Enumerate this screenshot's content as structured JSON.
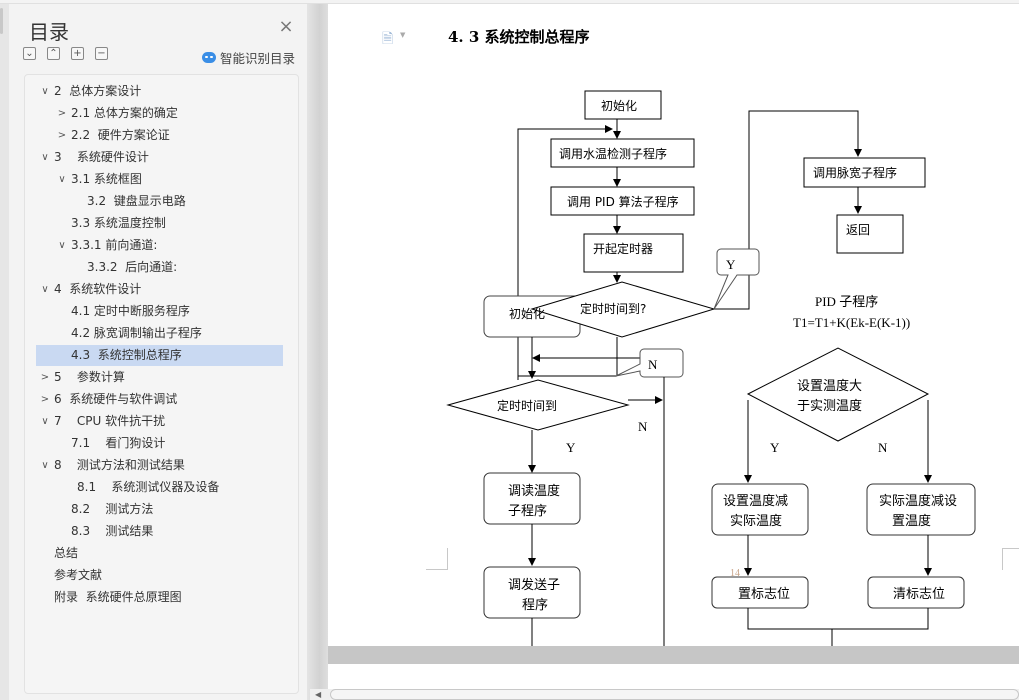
{
  "toc": {
    "title": "目录",
    "close_label": "×",
    "tool_buttons": [
      {
        "name": "collapse-all",
        "glyph": "⌄"
      },
      {
        "name": "expand-all",
        "glyph": "⌃"
      },
      {
        "name": "add-level",
        "glyph": "+"
      },
      {
        "name": "remove-level",
        "glyph": "−"
      }
    ],
    "smart_label": "智能识别目录",
    "items": [
      {
        "label": "2  总体方案设计",
        "level": 0,
        "caret": "down"
      },
      {
        "label": "2.1 总体方案的确定",
        "level": 1,
        "caret": "right"
      },
      {
        "label": "2.2  硬件方案论证",
        "level": 1,
        "caret": "right"
      },
      {
        "label": "3    系统硬件设计",
        "level": 0,
        "caret": "down"
      },
      {
        "label": "3.1 系统框图",
        "level": 1,
        "caret": "down"
      },
      {
        "label": "3.2  键盘显示电路",
        "level": 2,
        "caret": ""
      },
      {
        "label": "3.3 系统温度控制",
        "level": 1,
        "caret": ""
      },
      {
        "label": "3.3.1 前向通道:",
        "level": 1,
        "caret": "down"
      },
      {
        "label": "3.3.2  后向通道:",
        "level": 2,
        "caret": ""
      },
      {
        "label": "4  系统软件设计",
        "level": 0,
        "caret": "down"
      },
      {
        "label": "4.1 定时中断服务程序",
        "level": 1,
        "caret": ""
      },
      {
        "label": "4.2 脉宽调制输出子程序",
        "level": 1,
        "caret": ""
      },
      {
        "label": "4.3  系统控制总程序",
        "level": 1,
        "caret": "",
        "selected": true
      },
      {
        "label": "5    参数计算",
        "level": 0,
        "caret": "right"
      },
      {
        "label": "6  系统硬件与软件调试",
        "level": 0,
        "caret": "right"
      },
      {
        "label": "7    CPU 软件抗干扰",
        "level": 0,
        "caret": "down"
      },
      {
        "label": "7.1    看门狗设计",
        "level": 1,
        "caret": ""
      },
      {
        "label": "8    测试方法和测试结果",
        "level": 0,
        "caret": "down"
      },
      {
        "label": "8.1    系统测试仪器及设备",
        "level": 3,
        "caret": ""
      },
      {
        "label": "8.2    测试方法",
        "level": 1,
        "caret": ""
      },
      {
        "label": "8.3    测试结果",
        "level": 1,
        "caret": ""
      },
      {
        "label": "总结",
        "level": 0,
        "caret": "",
        "no_caret_slot": true
      },
      {
        "label": "参考文献",
        "level": 0,
        "caret": "",
        "no_caret_slot": true
      },
      {
        "label": "附录  系统硬件总原理图",
        "level": 0,
        "caret": "",
        "no_caret_slot": true
      }
    ]
  },
  "document": {
    "heading": "4. 3  系统控制总程序",
    "page_number": "14",
    "flowchart": {
      "init": "初始化",
      "read_water_temp": "调用水温检测子程序",
      "call_pid": "调用 PID 算法子程序",
      "start_timer": "开起定时器",
      "timer_up_q": "定时时间到?",
      "init_overlap": "初始化",
      "y_label_callout": "Y",
      "n_label_callout": "N",
      "call_pwm": "调用脉宽子程序",
      "return": "返回",
      "pid_title": "PID 子程序",
      "pid_formula": "T1=T1+K(Ek-E(K-1))",
      "timer_up": "定时时间到",
      "n_label": "N",
      "y_label": "Y",
      "read_temp_sub_1": "调读温度",
      "read_temp_sub_2": "子程序",
      "send_sub_1": "调发送子",
      "send_sub_2": "程序",
      "compare_1": "设置温度大",
      "compare_2": "于实测温度",
      "y_branch": "Y",
      "n_branch": "N",
      "set_minus_actual_1": "设置温度减",
      "set_minus_actual_2": "实际温度",
      "actual_minus_set_1": "实际温度减设",
      "actual_minus_set_2": "置温度",
      "set_flag": "置标志位",
      "clear_flag": "清标志位"
    }
  }
}
